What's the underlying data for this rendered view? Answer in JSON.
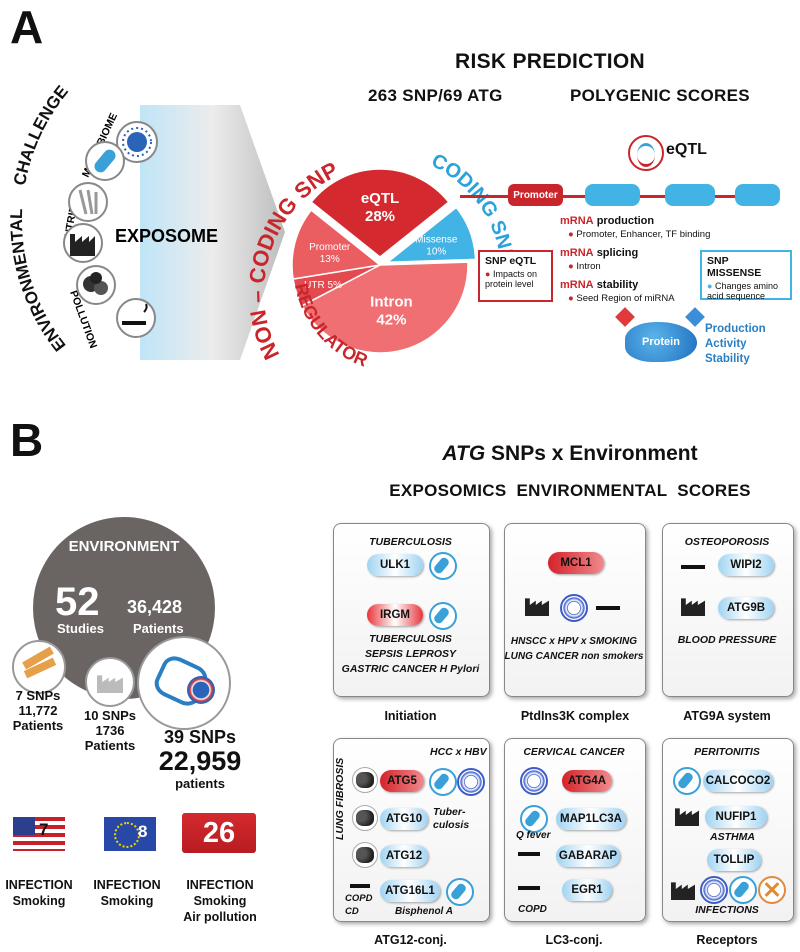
{
  "panel_a": {
    "letter": "A",
    "title": "RISK PREDICTION",
    "sub_left": "263 SNP/69 ATG",
    "sub_right": "POLYGENIC SCORES",
    "env_arc": {
      "env": "ENVIRONMENTAL",
      "chall": "CHALLENGES"
    },
    "env_items": {
      "microbiome": "MICROBIOME",
      "nutrient": "NUTRIENT",
      "pollution": "POLLUTION"
    },
    "exposome": "EXPOSOME",
    "noncoding_label": "NON – CODING SNP",
    "regulatory_label": "REGULATORY",
    "coding_label": "CODING SNP",
    "pie": [
      {
        "name": "eQTL",
        "pct": 28,
        "label": "eQTL",
        "pct_label": "28%",
        "color": "#d42a2f"
      },
      {
        "name": "Missense",
        "pct": 10,
        "label": "Missense",
        "pct_label": "10%",
        "color": "#42b3e5"
      },
      {
        "name": "Intron",
        "pct": 42,
        "label": "Intron",
        "pct_label": "42%",
        "color": "#ef6f72"
      },
      {
        "name": "UTR",
        "pct": 5,
        "label": "UTR 5%",
        "pct_label": "",
        "color": "#e24a4f"
      },
      {
        "name": "Promoter",
        "pct": 13,
        "label": "Promoter",
        "pct_label": "13%",
        "color": "#ea5e62"
      }
    ],
    "eqtl_label": "eQTL",
    "promoter": "Promoter",
    "mrna": [
      {
        "head": "mRNA production",
        "detail": "Promoter, Enhancer, TF binding"
      },
      {
        "head": "mRNA splicing",
        "detail": "Intron"
      },
      {
        "head": "mRNA stability",
        "detail": "Seed Region of miRNA"
      }
    ],
    "mrna_prefix": "mRNA",
    "snp_eqtl": {
      "title": "SNP eQTL",
      "text": "Impacts on protein level"
    },
    "snp_missense": {
      "title": "SNP MISSENSE",
      "text": "Changes amino acid sequence"
    },
    "protein": "Protein",
    "protein_effects": [
      "Production",
      "Activity",
      "Stability"
    ]
  },
  "panel_b": {
    "letter": "B",
    "title_italic": "ATG",
    "title_rest": " SNPs x Environment",
    "subtitle": "EXPOSOMICS  ENVIRONMENTAL  SCORES",
    "environment": "ENVIRONMENT",
    "studies_n": "52",
    "studies_label": "Studies",
    "patients_n": "36,428",
    "patients_label": "Patients",
    "smoking_snps": "7 SNPs",
    "smoking_pts": "11,772",
    "smoking_pts_label": "Patients",
    "pollution_snps": "10 SNPs",
    "pollution_pts": "1736",
    "pollution_pts_label": "Patients",
    "infection_snps": "39 SNPs",
    "infection_pts": "22,959",
    "infection_pts_label": "patients",
    "flags": [
      {
        "n": "7",
        "l1": "INFECTION",
        "l2": "Smoking",
        "l3": ""
      },
      {
        "n": "8",
        "l1": "INFECTION",
        "l2": "Smoking",
        "l3": ""
      },
      {
        "n": "26",
        "l1": "INFECTION",
        "l2": "Smoking",
        "l3": "Air pollution"
      }
    ],
    "cells": {
      "initiation": {
        "label": "Initiation",
        "top_disease": "TUBERCULOSIS",
        "gene1": "ULK1",
        "gene2": "IRGM",
        "bottom": [
          "TUBERCULOSIS",
          "SEPSIS LEPROSY",
          "GASTRIC CANCER H Pylori"
        ]
      },
      "ptdins": {
        "label": "PtdIns3K complex",
        "gene": "MCL1",
        "lines": [
          "HNSCC x HPV x SMOKING",
          "LUNG CANCER non smokers"
        ]
      },
      "atg9a": {
        "label": "ATG9A system",
        "top_disease": "OSTEOPOROSIS",
        "gene1": "WIPI2",
        "gene2": "ATG9B",
        "bottom": "BLOOD PRESSURE"
      },
      "atg12": {
        "label": "ATG12-conj.",
        "side": "LUNG FIBROSIS",
        "top": "HCC x HBV",
        "genes": [
          "ATG5",
          "ATG10",
          "ATG12",
          "ATG16L1"
        ],
        "tuber": "Tuber-\nculosis",
        "copd": "COPD",
        "cd": "CD",
        "bisphenol": "Bisphenol A"
      },
      "lc3": {
        "label": "LC3-conj.",
        "top": "CERVICAL CANCER",
        "genes": [
          "ATG4A",
          "MAP1LC3A",
          "GABARAP",
          "EGR1"
        ],
        "qfever": "Q fever",
        "copd": "COPD"
      },
      "receptors": {
        "label": "Receptors",
        "top": "PERITONITIS",
        "genes": [
          "CALCOCO2",
          "NUFIP1",
          "TOLLIP"
        ],
        "asthma": "ASTHMA",
        "infections": "INFECTIONS"
      }
    }
  }
}
